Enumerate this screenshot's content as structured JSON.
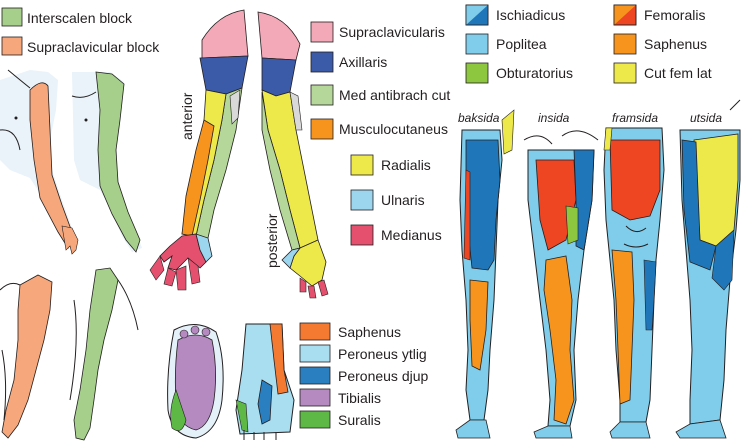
{
  "colors": {
    "green": "#8dc63f",
    "sage": "#b5d89a",
    "orange": "#f7941d",
    "pink": "#f4a9b8",
    "navy": "#3b5ba9",
    "yellow": "#eee94b",
    "light_blue": "#9cd6ee",
    "crimson": "#e4506e",
    "red_orange": "#ee4523",
    "sky": "#7fcdea",
    "blue": "#1f76b8",
    "purple": "#b48ac0",
    "skin": "#e4f1f8"
  },
  "block_legend": [
    {
      "label": "Interscalen block",
      "color": "#a5cf8a"
    },
    {
      "label": "Supraclavicular block",
      "color": "#f6a77b"
    }
  ],
  "arm": {
    "anterior_label": "anterior",
    "posterior_label": "posterior",
    "legend": [
      {
        "label": "Supraclavicularis",
        "color": "#f4a9b8"
      },
      {
        "label": "Axillaris",
        "color": "#3b5ba9"
      },
      {
        "label": "Med antibrach cut",
        "color": "#b5d89a"
      },
      {
        "label": "Musculocutaneus",
        "color": "#f7941d"
      },
      {
        "label": "Radialis",
        "color": "#eee94b"
      },
      {
        "label": "Ulnaris",
        "color": "#9cd6ee"
      },
      {
        "label": "Medianus",
        "color": "#e4506e"
      }
    ]
  },
  "foot": {
    "legend": [
      {
        "label": "Saphenus",
        "color": "#f47a32"
      },
      {
        "label": "Peroneus ytlig",
        "color": "#a9def1"
      },
      {
        "label": "Peroneus djup",
        "color": "#2a7fc1"
      },
      {
        "label": "Tibialis",
        "color": "#b48ac0"
      },
      {
        "label": "Suralis",
        "color": "#5db846"
      }
    ]
  },
  "leg": {
    "legend": [
      {
        "label": "Ischiadicus",
        "color": "#1f76b8"
      },
      {
        "label": "Femoralis",
        "color": "#ee4523"
      },
      {
        "label": "Poplitea",
        "color": "#7fcdea"
      },
      {
        "label": "Saphenus",
        "color": "#f7941d"
      },
      {
        "label": "Obturatorius",
        "color": "#8dc63f"
      },
      {
        "label": "Cut fem lat",
        "color": "#eee94b"
      }
    ],
    "views": [
      "baksida",
      "insida",
      "framsida",
      "utsida"
    ]
  }
}
